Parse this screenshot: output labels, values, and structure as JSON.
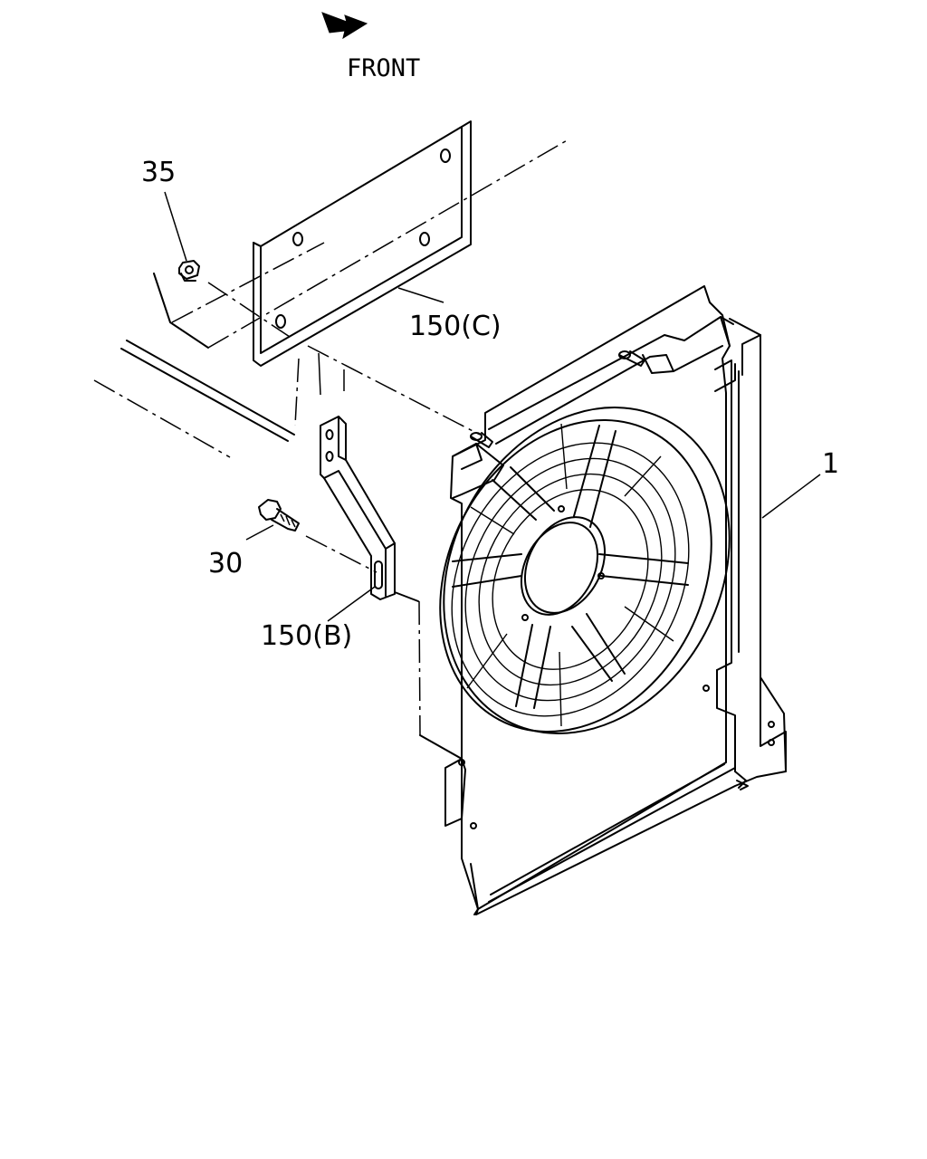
{
  "orientation": {
    "front_label": "FRONT",
    "arrow_icon": "front-arrow-icon"
  },
  "callouts": {
    "fan_assembly": "1",
    "bolt": "30",
    "nut": "35",
    "bracket_lower": "150(B)",
    "bracket_upper": "150(C)"
  }
}
